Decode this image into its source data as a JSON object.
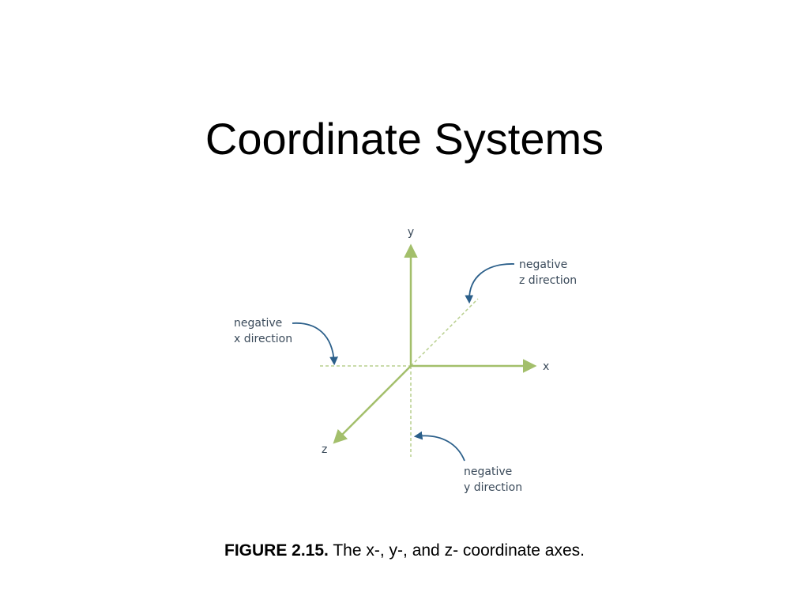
{
  "slide": {
    "title": "Coordinate Systems"
  },
  "diagram": {
    "axis_labels": {
      "x": "x",
      "y": "y",
      "z": "z"
    },
    "callouts": {
      "neg_z": [
        "negative",
        "z direction"
      ],
      "neg_x": [
        "negative",
        "x direction"
      ],
      "neg_y": [
        "negative",
        "y direction"
      ]
    },
    "colors": {
      "axis": "#a3bf6b",
      "dashed_axis": "#b8cf8e",
      "callout_arrow": "#2b5f8a",
      "label_text": "#3a4a5a"
    }
  },
  "caption": {
    "figure_number": "FIGURE 2.15.",
    "text": " The x-, y-, and z- coordinate axes."
  }
}
